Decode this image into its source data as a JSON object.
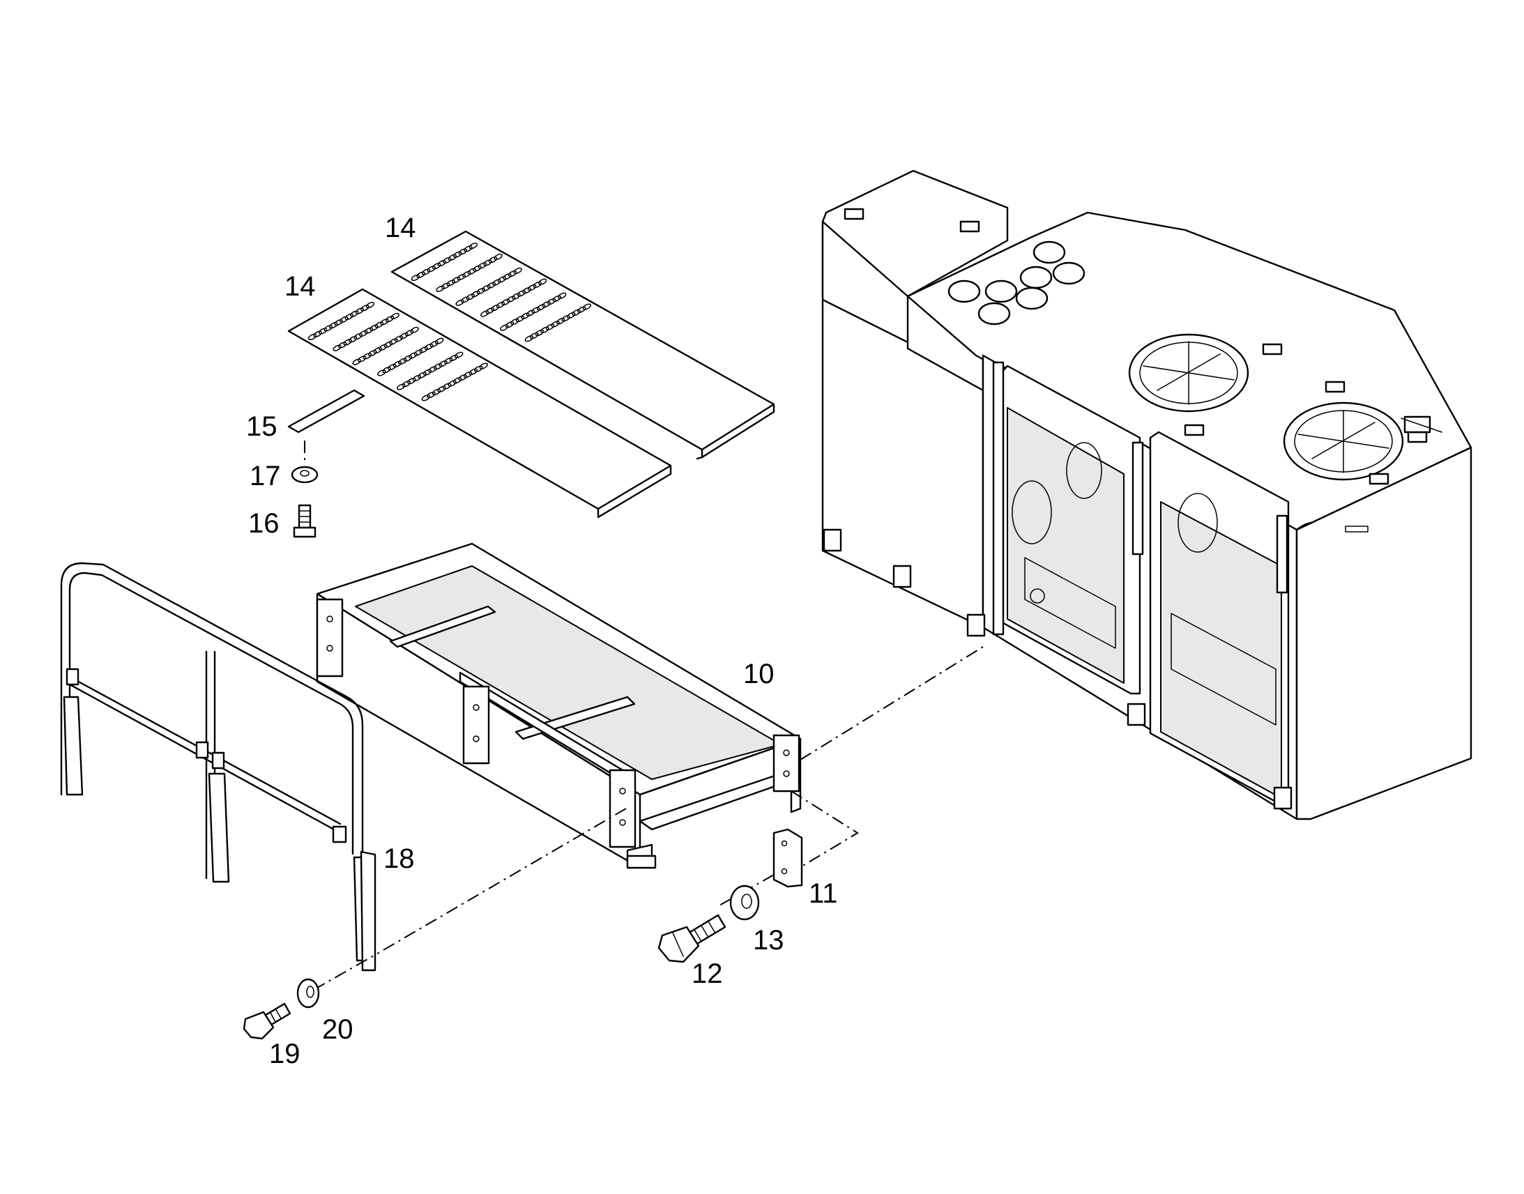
{
  "callouts": {
    "c10": "10",
    "c11": "11",
    "c12": "12",
    "c13": "13",
    "c14a": "14",
    "c14b": "14",
    "c15": "15",
    "c16": "16",
    "c17": "17",
    "c18": "18",
    "c19": "19",
    "c20": "20"
  }
}
